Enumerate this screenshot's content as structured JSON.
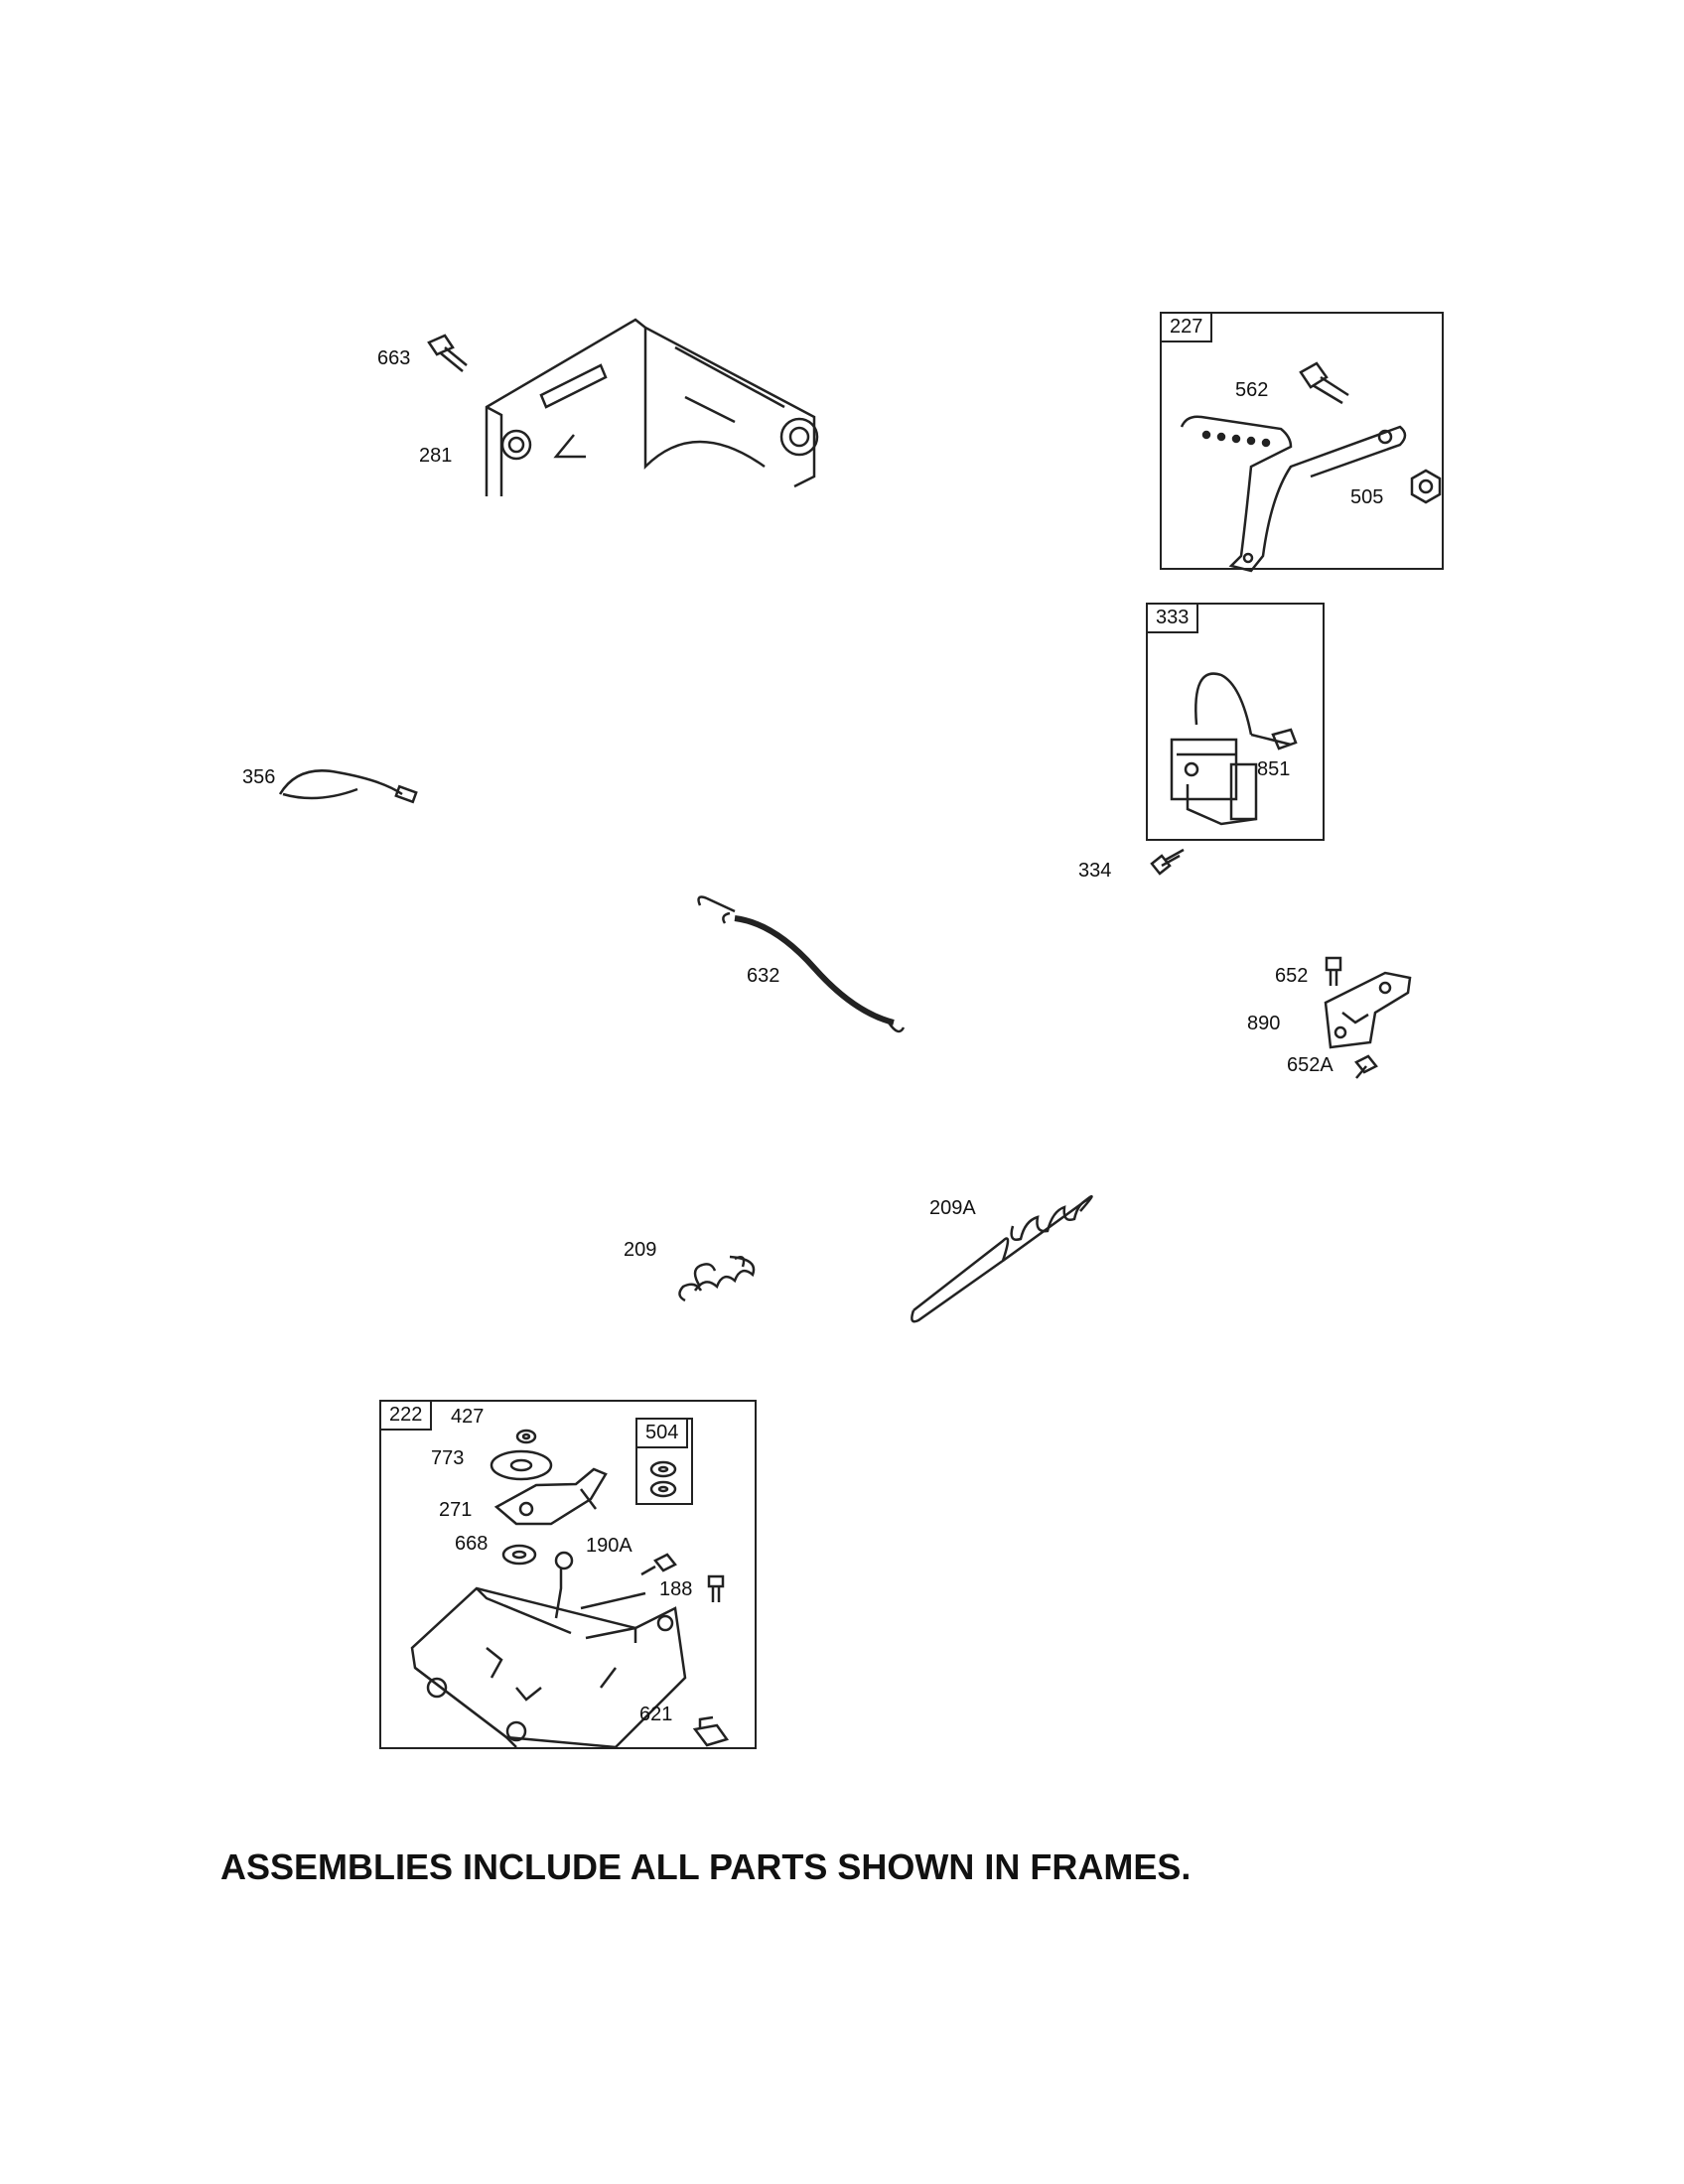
{
  "frames": {
    "f227": "227",
    "f333": "333",
    "f222": "222",
    "f504": "504"
  },
  "labels": {
    "p663": "663",
    "p281": "281",
    "p562": "562",
    "p505": "505",
    "p851": "851",
    "p356": "356",
    "p334": "334",
    "p632": "632",
    "p652": "652",
    "p890": "890",
    "p652A": "652A",
    "p209": "209",
    "p209A": "209A",
    "p427": "427",
    "p773": "773",
    "p271": "271",
    "p668": "668",
    "p190A": "190A",
    "p188": "188",
    "p621": "621"
  },
  "footnote": "ASSEMBLIES INCLUDE ALL PARTS SHOWN IN FRAMES."
}
